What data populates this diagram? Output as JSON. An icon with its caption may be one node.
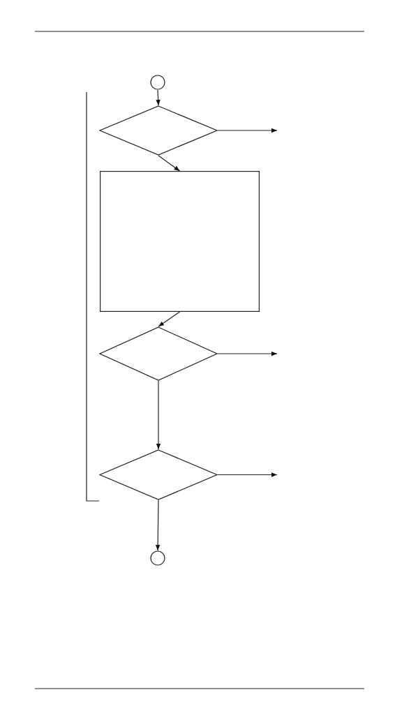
{
  "diagram": {
    "nodes": [
      {
        "text": [],
        "shape": "circle"
      },
      {
        "text": [],
        "shape": "diamond"
      },
      {
        "text": [],
        "shape": "box"
      },
      {
        "text": [],
        "shape": "diamond"
      },
      {
        "text": [],
        "shape": "diamond"
      },
      {
        "text": [],
        "shape": "circle"
      }
    ],
    "edges": [
      {
        "from": 0,
        "to": 1,
        "arrow": "to"
      },
      {
        "from": 1,
        "to": null,
        "arrow": "to"
      },
      {
        "from": 1,
        "to": 2,
        "arrow": "to"
      },
      {
        "from": 2,
        "to": 3,
        "arrow": "to"
      },
      {
        "from": 3,
        "to": null,
        "arrow": "to"
      },
      {
        "from": 3,
        "to": 4,
        "arrow": "to"
      },
      {
        "from": 4,
        "to": null,
        "arrow": "to"
      },
      {
        "from": 4,
        "to": 5,
        "arrow": "to"
      }
    ]
  }
}
